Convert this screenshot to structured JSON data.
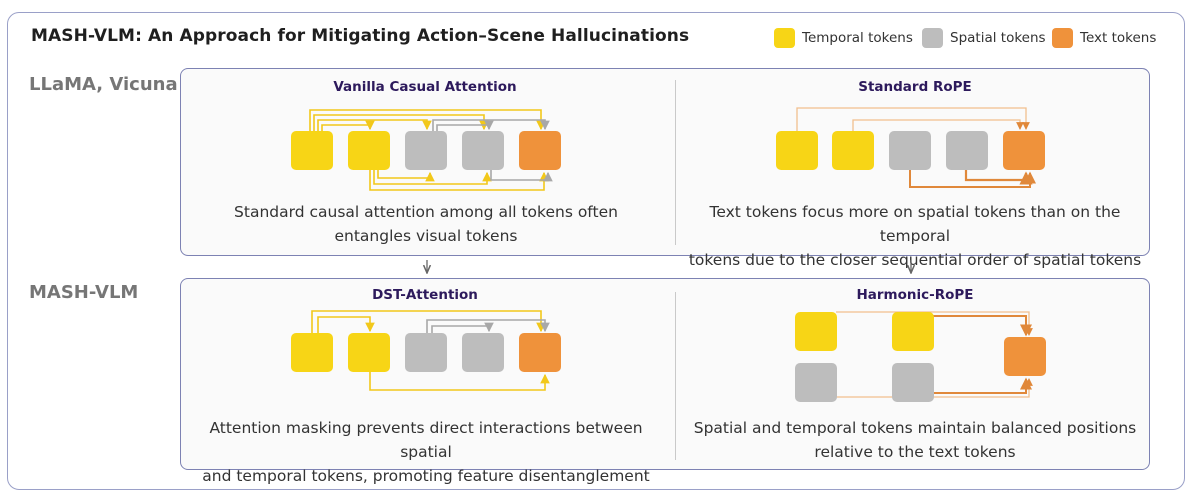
{
  "title": "MASH-VLM: An Approach for Mitigating Action–Scene Hallucinations",
  "legend": [
    {
      "label": "Temporal tokens",
      "color": "#f7d516"
    },
    {
      "label": "Spatial tokens",
      "color": "#bdbdbd"
    },
    {
      "label": "Text tokens",
      "color": "#ef923b"
    }
  ],
  "rows": [
    {
      "label": "LLaMA, Vicuna"
    },
    {
      "label": "MASH-VLM"
    }
  ],
  "panels": {
    "vanilla": {
      "subtitle": "Vanilla Casual Attention",
      "caption_line1": "Standard causal attention among all tokens often",
      "caption_line2": "entangles visual tokens"
    },
    "rope": {
      "subtitle": "Standard RoPE",
      "caption_line1": "Text tokens focus more on spatial tokens than on the temporal",
      "caption_line2": "tokens due to the closer sequential order of spatial tokens"
    },
    "dst": {
      "subtitle": "DST-Attention",
      "caption_line1": "Attention masking prevents direct interactions between spatial",
      "caption_line2": "and temporal tokens, promoting feature disentanglement"
    },
    "harmonic": {
      "subtitle": "Harmonic-RoPE",
      "caption_line1": "Spatial and temporal tokens maintain balanced positions",
      "caption_line2": "relative to the text tokens"
    }
  },
  "colors": {
    "temporal": "#f7d516",
    "spatial": "#bdbdbd",
    "text": "#ef923b",
    "temporal_line": "#f2c81a",
    "spatial_line": "#a8a8a8",
    "text_line": "#e0883a",
    "text_line_light": "#f2bf8e"
  }
}
